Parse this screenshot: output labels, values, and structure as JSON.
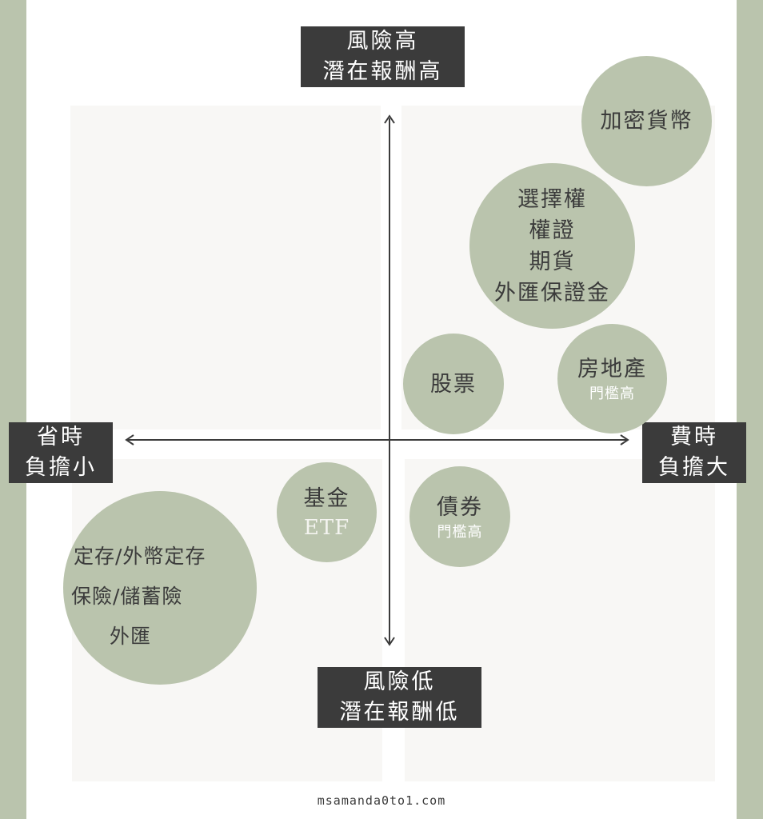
{
  "axis_labels": {
    "top": [
      "風險高",
      "潛在報酬高"
    ],
    "bottom": [
      "風險低",
      "潛在報酬低"
    ],
    "left": [
      "省時",
      "負擔小"
    ],
    "right": [
      "費時",
      "負擔大"
    ]
  },
  "bubbles": {
    "crypto": [
      "加密貨幣"
    ],
    "derivatives": [
      "選擇權",
      "權證",
      "期貨",
      "外匯保證金"
    ],
    "stocks": [
      "股票"
    ],
    "real_estate": {
      "label": "房地產",
      "note": "門檻高"
    },
    "fund": {
      "label": "基金",
      "sub": "ETF"
    },
    "bonds": {
      "label": "債券",
      "note": "門檻高"
    },
    "deposits": [
      "定存/外幣定存",
      "保險/儲蓄險",
      "外匯"
    ]
  },
  "footer": "msamanda0to1.com",
  "colors": {
    "sage": "#bac4ad",
    "label_bg": "#3b3b3b",
    "quadrant_bg": "#f8f7f5",
    "text_dark": "#3b3b3b"
  }
}
